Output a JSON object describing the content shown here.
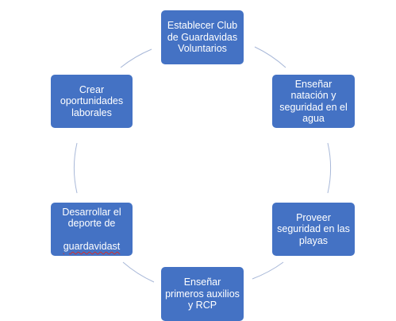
{
  "diagram": {
    "type": "cycle",
    "colors": {
      "node_fill": "#4472c4",
      "node_text": "#ffffff",
      "connector": "#a8b8d8",
      "spellcheck_underline": "#d03030"
    },
    "nodes": [
      {
        "label": "Establecer Club\nde Guardavidas\nVoluntarios"
      },
      {
        "label": "Enseñar\nnatación y\nseguridad en el\nagua"
      },
      {
        "label": "Proveer\nseguridad en las\nplayas"
      },
      {
        "label": "Enseñar\nprimeros auxilios\ny RCP"
      },
      {
        "label_line1": "Desarrollar el\ndeporte de",
        "label_line2": "guardavidast"
      },
      {
        "label": "Crear\noportunidades\nlaborales"
      }
    ]
  }
}
